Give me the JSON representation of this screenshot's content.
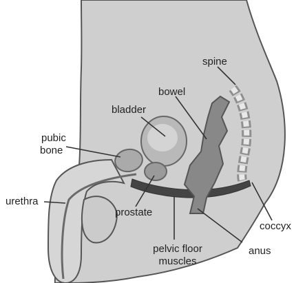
{
  "labels": {
    "spine": "spine",
    "bowel": "bowel",
    "bladder": "bladder",
    "pubic_bone_line1": "pubic",
    "pubic_bone_line2": "bone",
    "urethra": "urethra",
    "prostate": "prostate",
    "pelvic_floor_line1": "pelvic floor",
    "pelvic_floor_line2": "muscles",
    "anus": "anus",
    "coccyx": "coccyx"
  }
}
